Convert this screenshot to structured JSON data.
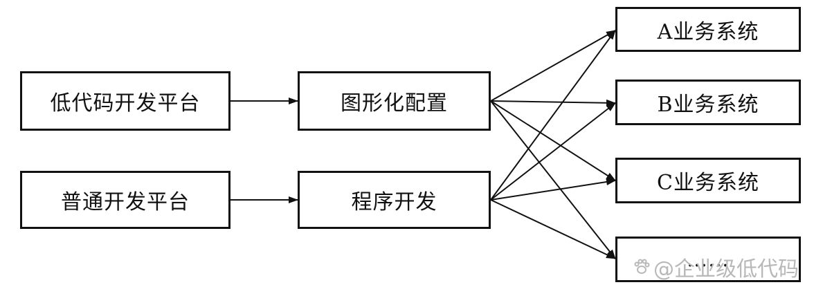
{
  "nodes": {
    "lowcode_platform": "低代码开发平台",
    "normal_platform": "普通开发平台",
    "graphic_config": "图形化配置",
    "program_dev": "程序开发",
    "system_a": "A业务系统",
    "system_b": "B业务系统",
    "system_c": "C业务系统",
    "system_more": "……"
  },
  "edges": [
    {
      "from": "lowcode_platform",
      "to": "graphic_config"
    },
    {
      "from": "normal_platform",
      "to": "program_dev"
    },
    {
      "from": "graphic_config",
      "to": "system_a"
    },
    {
      "from": "graphic_config",
      "to": "system_b"
    },
    {
      "from": "graphic_config",
      "to": "system_c"
    },
    {
      "from": "graphic_config",
      "to": "system_more"
    },
    {
      "from": "program_dev",
      "to": "system_a"
    },
    {
      "from": "program_dev",
      "to": "system_b"
    },
    {
      "from": "program_dev",
      "to": "system_c"
    },
    {
      "from": "program_dev",
      "to": "system_more"
    }
  ],
  "watermark": {
    "text": "@企业级低代码",
    "icon": "paw-icon"
  }
}
